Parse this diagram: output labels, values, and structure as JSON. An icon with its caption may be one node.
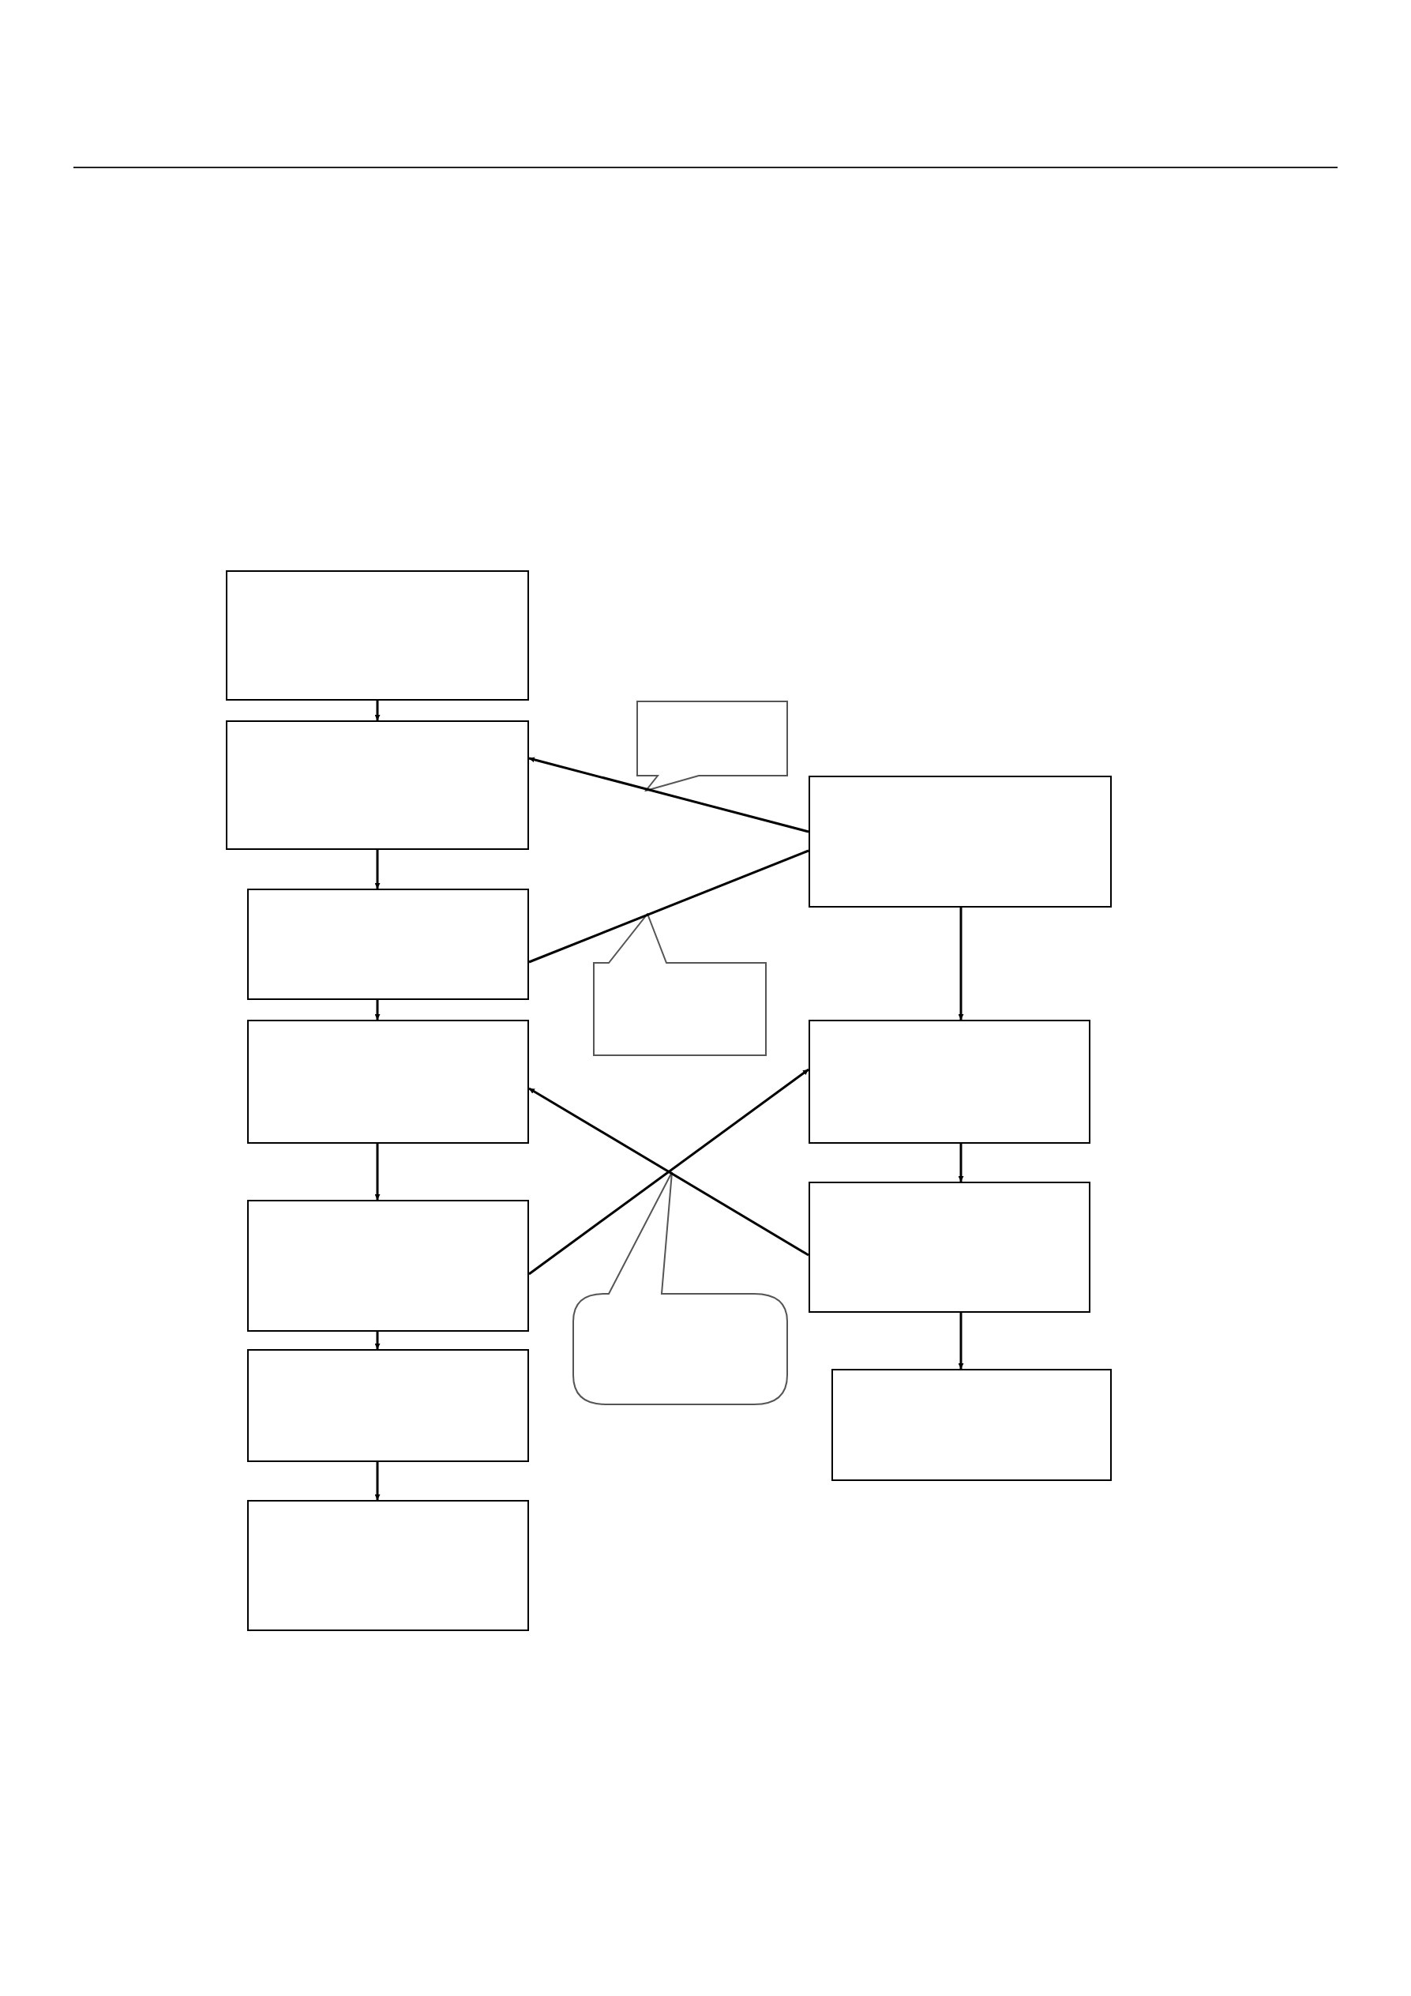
{
  "diagram": {
    "nodes": [
      {
        "text": [],
        "shape": "box"
      },
      {
        "text": [],
        "shape": "box"
      },
      {
        "text": [],
        "shape": "box"
      },
      {
        "text": [],
        "shape": "box"
      },
      {
        "text": [],
        "shape": "box"
      },
      {
        "text": [],
        "shape": "box"
      },
      {
        "text": [],
        "shape": "box"
      },
      {
        "text": [],
        "shape": "box"
      },
      {
        "text": [],
        "shape": "box"
      },
      {
        "text": [],
        "shape": "box"
      },
      {
        "text": [],
        "shape": "box"
      },
      {
        "text": [],
        "shape": "callout"
      },
      {
        "text": [],
        "shape": "callout"
      },
      {
        "text": [],
        "shape": "callout"
      }
    ],
    "edges": [
      {
        "from": 0,
        "to": 1,
        "arrow": "to"
      },
      {
        "from": 1,
        "to": 2,
        "arrow": "to"
      },
      {
        "from": 2,
        "to": 3,
        "arrow": "to"
      },
      {
        "from": 3,
        "to": 4,
        "arrow": "to"
      },
      {
        "from": 4,
        "to": 5,
        "arrow": "to"
      },
      {
        "from": 5,
        "to": 6,
        "arrow": "to"
      },
      {
        "from": 7,
        "to": 1,
        "arrow": "to"
      },
      {
        "from": 7,
        "to": 2,
        "arrow": "none"
      },
      {
        "from": 7,
        "to": 8,
        "arrow": "to"
      },
      {
        "from": 8,
        "to": 9,
        "arrow": "to"
      },
      {
        "from": 9,
        "to": 10,
        "arrow": "to"
      },
      {
        "from": 9,
        "to": 3,
        "arrow": "to"
      },
      {
        "from": 4,
        "to": 8,
        "arrow": "to"
      }
    ]
  }
}
